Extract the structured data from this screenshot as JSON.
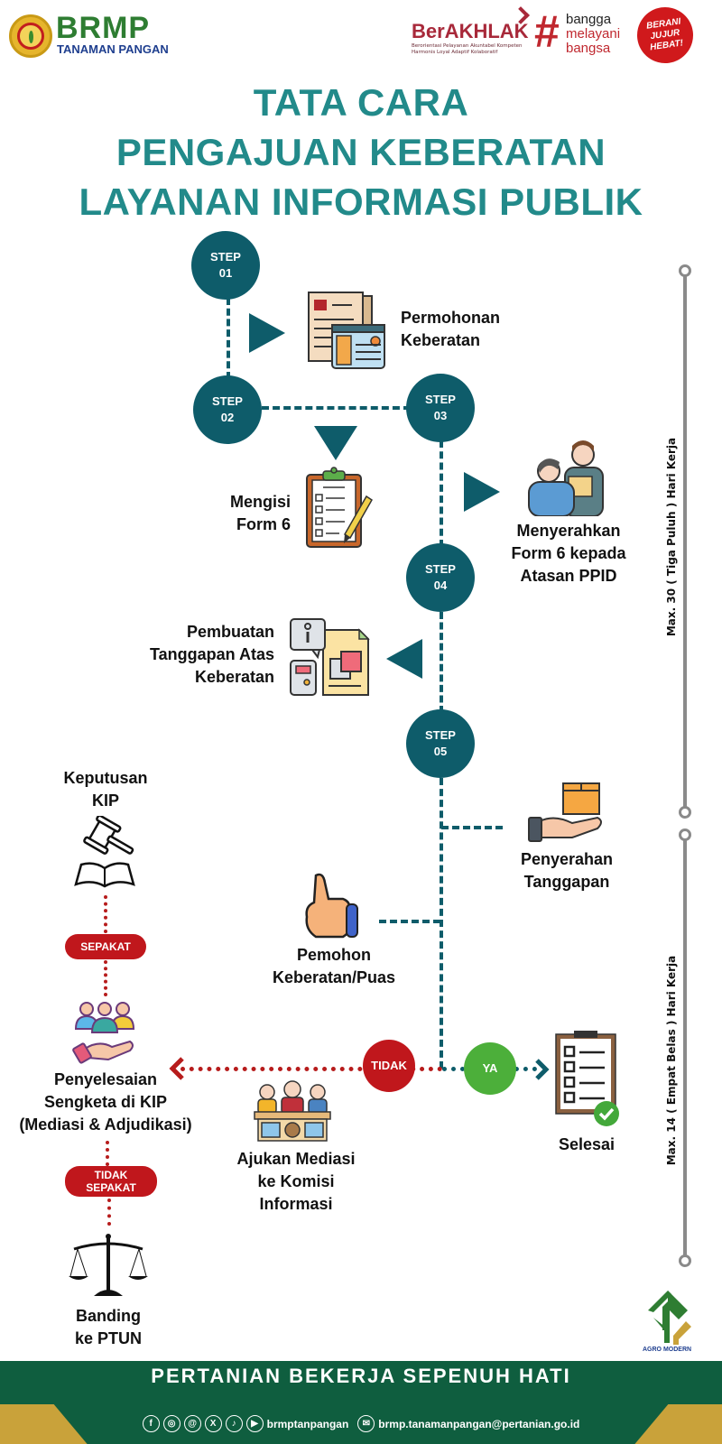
{
  "header": {
    "brand_name": "BRMP",
    "brand_sub": "TANAMAN PANGAN",
    "berakhlak": "BerAKHLAK",
    "berakhlak_sub": "Berorientasi Pelayanan Akuntabel Kompeten Harmonis Loyal Adaptif Kolaboratif",
    "bangga": [
      "bangga",
      "melayani",
      "bangsa"
    ],
    "berani": [
      "BERANI",
      "JUJUR",
      "HEBAT!"
    ]
  },
  "title": [
    "TATA CARA",
    "PENGAJUAN KEBERATAN",
    "LAYANAN INFORMASI PUBLIK"
  ],
  "steps": [
    {
      "label": "STEP",
      "num": "01"
    },
    {
      "label": "STEP",
      "num": "02"
    },
    {
      "label": "STEP",
      "num": "03"
    },
    {
      "label": "STEP",
      "num": "04"
    },
    {
      "label": "STEP",
      "num": "05"
    }
  ],
  "nodes": {
    "permohonan": [
      "Permohonan",
      "Keberatan"
    ],
    "mengisi": [
      "Mengisi",
      "Form 6"
    ],
    "menyerahkan": [
      "Menyerahkan",
      "Form 6 kepada",
      "Atasan PPID"
    ],
    "pembuatan": [
      "Pembuatan",
      "Tanggapan Atas",
      "Keberatan"
    ],
    "penyerahan": [
      "Penyerahan",
      "Tanggapan"
    ],
    "pemohon": [
      "Pemohon",
      "Keberatan/Puas"
    ],
    "selesai": "Selesai",
    "ajukan": [
      "Ajukan Mediasi",
      "ke Komisi",
      "Informasi"
    ],
    "keputusan": [
      "Keputusan",
      "KIP"
    ],
    "penyelesaian": [
      "Penyelesaian",
      "Sengketa di KIP",
      "(Mediasi & Adjudikasi)"
    ],
    "banding": [
      "Banding",
      "ke PTUN"
    ]
  },
  "decisions": {
    "tidak": "TIDAK",
    "ya": "YA",
    "sepakat": "SEPAKAT",
    "tidak_sepakat": [
      "TIDAK",
      "SEPAKAT"
    ]
  },
  "timeline": {
    "first": "Max. 30 ( Tiga Puluh ) Hari Kerja",
    "second": "Max. 14 ( Empat Belas ) Hari Kerja"
  },
  "footer": {
    "slogan": "PERTANIAN BEKERJA SEPENUH HATI",
    "social_handle": "brmptanpangan",
    "email": "brmp.tanamanpangan@pertanian.go.id",
    "social_icons": [
      "facebook-icon",
      "instagram-icon",
      "threads-icon",
      "x-icon",
      "tiktok-icon",
      "youtube-icon"
    ],
    "agro": "AGRO MODERN"
  },
  "colors": {
    "teal": "#0e5c6a",
    "title_teal": "#228a8a",
    "red": "#c0171c",
    "green": "#4caf3a",
    "footer_green": "#0f5e3f",
    "gold": "#c9a23a"
  }
}
